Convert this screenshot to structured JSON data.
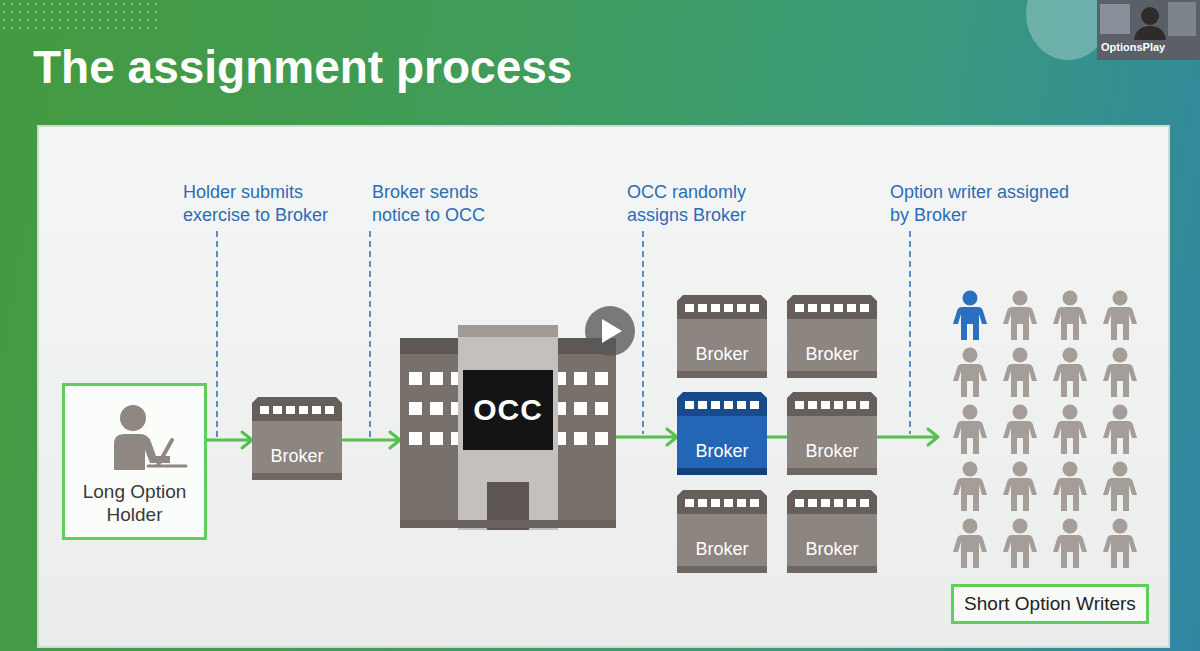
{
  "diagram": {
    "title": "The assignment process",
    "nodes": [
      {
        "text": [
          "Long Option Holder"
        ]
      },
      {
        "text": [
          "Broker"
        ]
      },
      {
        "text": [
          "OCC"
        ]
      },
      {
        "text": [
          "Broker"
        ]
      },
      {
        "text": [
          "Broker"
        ]
      },
      {
        "text": [
          "Broker"
        ]
      },
      {
        "text": [
          "Broker"
        ]
      },
      {
        "text": [
          "Broker"
        ]
      },
      {
        "text": [
          "Broker"
        ]
      },
      {
        "text": [
          "Short Option Writers"
        ]
      }
    ],
    "edges": [
      {
        "from": 0,
        "to": 1,
        "label": "Holder submits exercise to Broker",
        "arrow": "to"
      },
      {
        "from": 1,
        "to": 2,
        "label": "Broker sends notice to OCC",
        "arrow": "to"
      },
      {
        "from": 2,
        "to": 5,
        "label": "OCC randomly assigns Broker",
        "arrow": "to"
      },
      {
        "from": 5,
        "to": 9,
        "label": "Option writer assigned by Broker",
        "arrow": "to"
      }
    ],
    "labels": [
      "OptionsPlay"
    ]
  }
}
